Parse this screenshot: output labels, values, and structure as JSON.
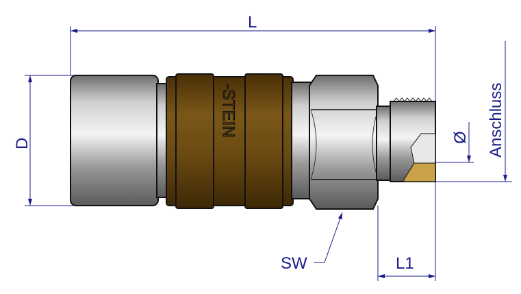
{
  "labels": {
    "length": "L",
    "diameter": "D",
    "wrench_size": "SW",
    "thread_length": "L1",
    "bore": "Ø",
    "connection": "Anschluss"
  },
  "logo_text": "-STEIN",
  "colors": {
    "dimension": "#1a1a8c",
    "brass": "#6b4a12",
    "steel": "#b8b8b8"
  }
}
